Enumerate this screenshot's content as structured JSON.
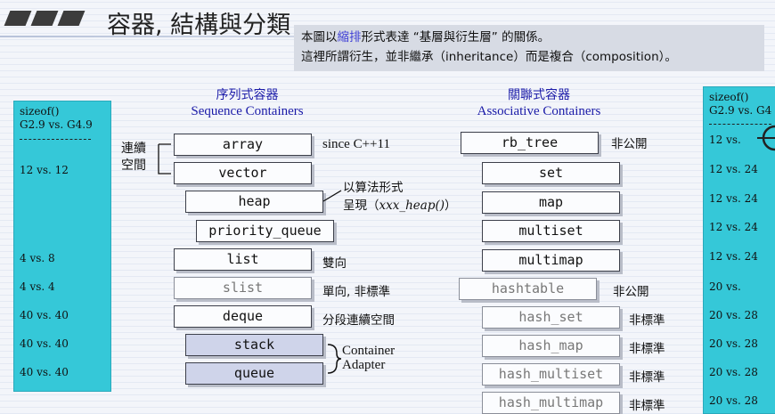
{
  "title": "容器, 結構與分類",
  "note": {
    "line1_pre": "本圖以",
    "line1_hl": "縮排",
    "line1_post": "形式表達 “基層與衍生層” 的關係。",
    "line2": "這裡所謂衍生，並非繼承（inheritance）而是複合（composition）。"
  },
  "left_panel": {
    "header_line1": "sizeof()",
    "header_line2": "G2.9 vs. G4.9",
    "values": [
      "12 vs. 12",
      "4 vs. 8",
      "4 vs. 4",
      "40 vs. 40",
      "40 vs. 40",
      "40 vs. 40"
    ]
  },
  "right_panel": {
    "header_line1": "sizeof()",
    "header_line2": "G2.9 vs. G4",
    "values": [
      "12 vs.",
      "12 vs. 24",
      "12 vs. 24",
      "12 vs. 24",
      "12 vs. 24",
      "20 vs.",
      "20 vs. 28",
      "20 vs. 28",
      "20 vs. 28",
      "20 vs. 28"
    ]
  },
  "sequence": {
    "heading_zh": "序列式容器",
    "heading_en": "Sequence Containers",
    "items": [
      "array",
      "vector",
      "heap",
      "priority_queue",
      "list",
      "slist",
      "deque",
      "stack",
      "queue"
    ]
  },
  "associative": {
    "heading_zh": "關聯式容器",
    "heading_en": "Associative Containers",
    "items": [
      "rb_tree",
      "set",
      "map",
      "multiset",
      "multimap",
      "hashtable",
      "hash_set",
      "hash_map",
      "hash_multiset",
      "hash_multimap"
    ]
  },
  "annotations": {
    "contiguous": "連續\n空間",
    "since_cpp11": "since C++11",
    "algo_line1": "以算法形式",
    "algo_line2_pre": "呈現（",
    "algo_line2_code": "xxx_heap()",
    "algo_line2_post": "）",
    "bidirectional": "雙向",
    "singly_nonstd": "單向, 非標準",
    "segmented": "分段連續空間",
    "adapter_line1": "Container",
    "adapter_line2": "Adapter",
    "non_public_1": "非公開",
    "non_public_2": "非公開",
    "non_std_1": "非標準",
    "non_std_2": "非標準",
    "non_std_3": "非標準",
    "non_std_4": "非標準"
  }
}
